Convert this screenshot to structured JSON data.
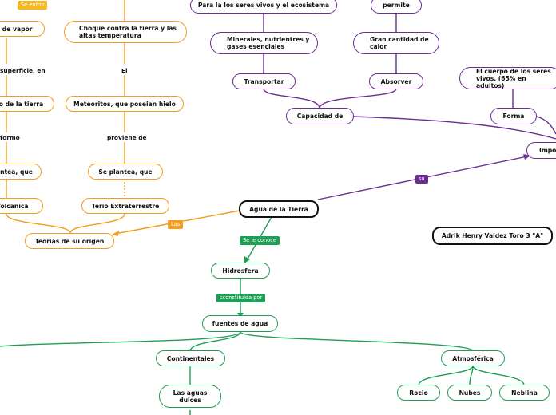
{
  "central": {
    "label": "Agua de la Tierra"
  },
  "author": {
    "label": "Adrik Henry Valdez Toro 3 \"A\""
  },
  "links": {
    "las": "Las",
    "su": "su",
    "se_le_conoce": "Se le conoce",
    "constituida_por": "cconstituida por",
    "se_enfrio": "Se enfrio",
    "superficie_en": "superficie, en",
    "el": "El",
    "formo": "formo",
    "proviene_de": "proviene de",
    "permite": "permite"
  },
  "origin_branch": {
    "teorias": "Teorias de su origen",
    "volcanica": "Volcanica",
    "plantea_left": "antea, que",
    "tierra_left": "ro de la tierra",
    "vapor_left": "a de vapor",
    "terio": "Terio Extraterrestre",
    "se_plantea": "Se plantea, que",
    "meteoritos": "Meteoritos, que poseian hielo",
    "choque": "Choque contra la tierra y las altas temperatura"
  },
  "importance_branch": {
    "impo": "Impo",
    "forma": "Forma",
    "cuerpo": "El cuerpo de los seres vivos. (65% en adultos)",
    "capacidad": "Capacidad de",
    "transportar": "Transportar",
    "absorver": "Absorver",
    "minerales": "Minerales, nutrientres y gases esenciales",
    "gran_cantidad": "Gran cantidad de calor",
    "seres_vivos": "Para la los seres vivos y el ecosistema",
    "permite": "permite"
  },
  "hydro_branch": {
    "hidrosfera": "Hidrosfera",
    "fuentes": "fuentes de agua",
    "continentales": "Continentales",
    "aguas_dulces": "Las aguas dulces",
    "atmosferica": "Atmosférica",
    "rocio": "Rocio",
    "nubes": "Nubes",
    "neblina": "Neblina"
  },
  "colors": {
    "orange": "#f39c1e",
    "purple": "#6a2d91",
    "green": "#1f9e55",
    "black": "#111111"
  }
}
